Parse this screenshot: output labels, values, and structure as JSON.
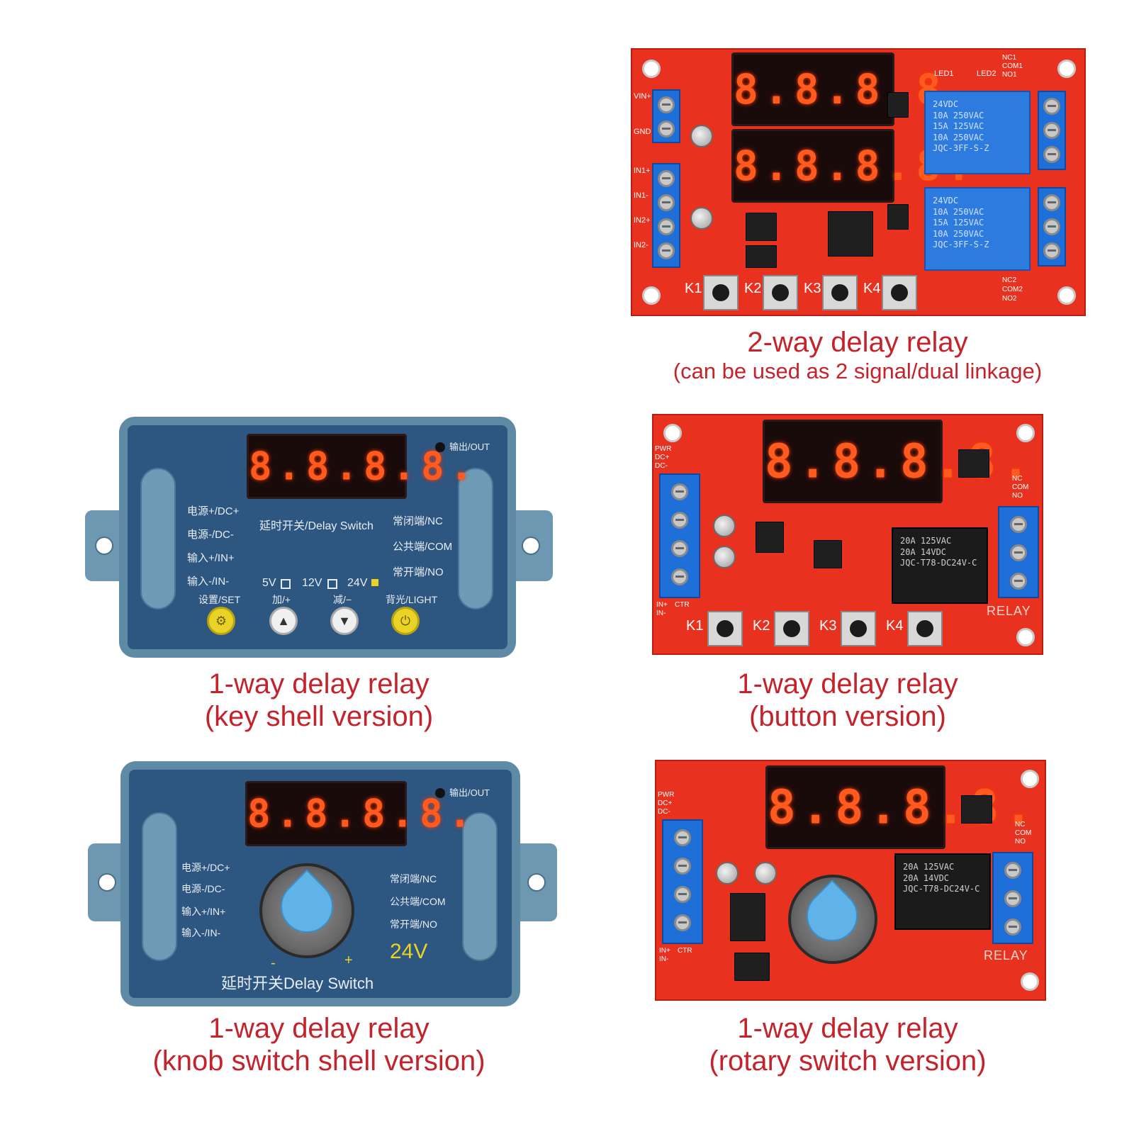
{
  "colors": {
    "caption": "#c4232b",
    "pcb": "#e8321f",
    "shell": "#5f8aa6",
    "face": "#2d5680",
    "led": "#ff5a1f"
  },
  "captions": {
    "two_way": {
      "title": "2-way delay relay",
      "subtitle": "(can be used as 2 signal/dual linkage)"
    },
    "key_shell": {
      "title": "1-way delay relay",
      "subtitle": "(key shell version)"
    },
    "button": {
      "title": "1-way delay relay",
      "subtitle": "(button version)"
    },
    "knob_shell": {
      "title": "1-way delay relay",
      "subtitle": "(knob switch shell version)"
    },
    "rotary": {
      "title": "1-way delay relay",
      "subtitle": "(rotary switch version)"
    }
  },
  "display_text": "8.8.8.8.",
  "two_way_board": {
    "left_labels": [
      "VIN+",
      "GND",
      "IN1+",
      "IN1-",
      "IN2+",
      "IN2-"
    ],
    "right_top": [
      "NC1",
      "COM1",
      "NO1"
    ],
    "right_bottom": [
      "NC2",
      "COM2",
      "NO2"
    ],
    "leds": [
      "LED1",
      "LED2"
    ],
    "keys": [
      "K1",
      "K2",
      "K3",
      "K4"
    ],
    "relay_text": "24VDC\n10A 250VAC\n15A 125VAC\n10A 250VAC\nJQC-3FF-S-Z"
  },
  "button_board": {
    "left_top": [
      "PWR",
      "DC+",
      "DC-"
    ],
    "left_bottom": [
      "IN+",
      "IN-",
      "CTR"
    ],
    "right": [
      "NC",
      "COM",
      "NO"
    ],
    "keys": [
      "K1",
      "K2",
      "K3",
      "K4"
    ],
    "relay_label": "RELAY",
    "relay_text": "20A 125VAC\n20A 14VDC\nJQC-T78-DC24V-C"
  },
  "rotary_board": {
    "left_top": [
      "PWR",
      "DC+",
      "DC-"
    ],
    "left_bottom": [
      "IN+",
      "IN-",
      "CTR"
    ],
    "right": [
      "NC",
      "COM",
      "NO"
    ],
    "relay_label": "RELAY",
    "relay_text": "20A 125VAC\n20A 14VDC\nJQC-T78-DC24V-C"
  },
  "key_shell": {
    "out_label": "输出/OUT",
    "left_labels": [
      "电源+/DC+",
      "电源-/DC-",
      "输入+/IN+",
      "输入-/IN-"
    ],
    "center_label": "延时开关/Delay Switch",
    "right_labels": [
      "常闭端/NC",
      "公共端/COM",
      "常开端/NO"
    ],
    "voltages": [
      "5V",
      "12V",
      "24V"
    ],
    "buttons": [
      {
        "label": "设置/SET",
        "icon": "gear-icon",
        "glyph": "⚙"
      },
      {
        "label": "加/+",
        "icon": "up-arrow-icon",
        "glyph": "▲"
      },
      {
        "label": "减/−",
        "icon": "down-arrow-icon",
        "glyph": "▼"
      },
      {
        "label": "背光/LIGHT",
        "icon": "power-icon",
        "glyph": "⏻"
      }
    ]
  },
  "knob_shell": {
    "out_label": "输出/OUT",
    "left_labels": [
      "电源+/DC+",
      "电源-/DC-",
      "输入+/IN+",
      "输入-/IN-"
    ],
    "right_labels": [
      "常闭端/NC",
      "公共端/COM",
      "常开端/NO"
    ],
    "minus": "-",
    "plus": "+",
    "voltage": "24V",
    "bottom_label": "延时开关Delay Switch"
  }
}
